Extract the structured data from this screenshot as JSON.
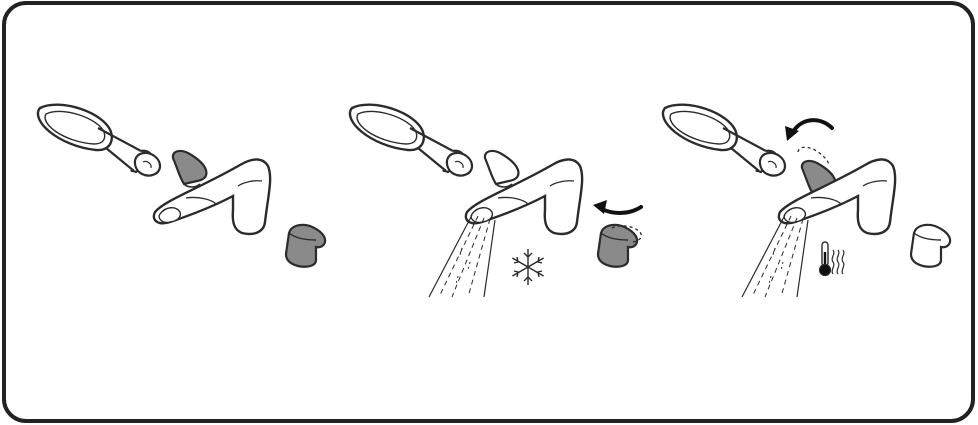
{
  "colors": {
    "frame": "#222222",
    "outline": "#2b2b2b",
    "highlight": "#8a8a8a",
    "fill": "#ffffff"
  },
  "panels": [
    {
      "id": "panel-1",
      "state": "handle-operated",
      "highlighted_parts": [
        "deck-lever",
        "side-handle"
      ],
      "icons": []
    },
    {
      "id": "panel-2",
      "state": "cold-water",
      "highlighted_parts": [
        "side-handle"
      ],
      "icons": [
        "snowflake-icon",
        "rotate-arrow-icon"
      ]
    },
    {
      "id": "panel-3",
      "state": "hot-water",
      "highlighted_parts": [
        "deck-lever"
      ],
      "icons": [
        "thermometer-heat-icon",
        "rotate-arrow-icon"
      ]
    }
  ]
}
